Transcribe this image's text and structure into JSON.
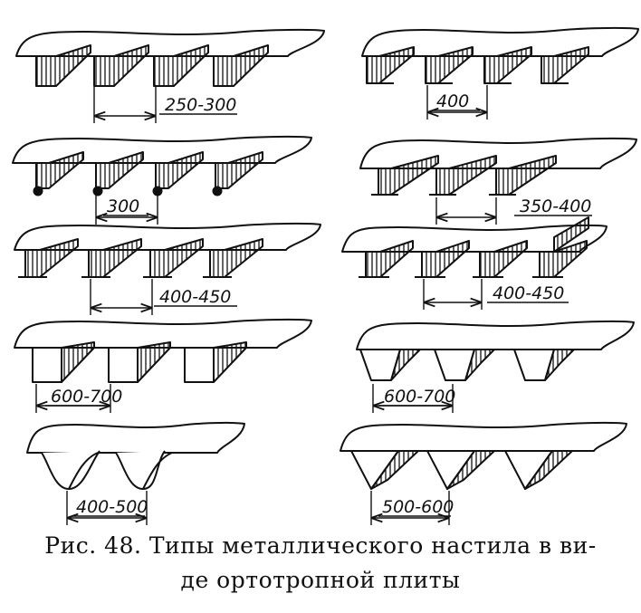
{
  "figure": {
    "caption_line1": "Рис. 48. Типы металлического настила в ви-",
    "caption_line2": "де ортотропной плиты",
    "panels": [
      {
        "id": "p1",
        "dimension": "250-300",
        "rib": "flat",
        "hatched": true
      },
      {
        "id": "p2",
        "dimension": "400",
        "rib": "angle",
        "hatched": true
      },
      {
        "id": "p3",
        "dimension": "300",
        "rib": "bulb",
        "hatched": true
      },
      {
        "id": "p4",
        "dimension": "350-400",
        "rib": "tee",
        "hatched": true
      },
      {
        "id": "p5",
        "dimension": "400-450",
        "rib": "i-beam",
        "hatched": true
      },
      {
        "id": "p6",
        "dimension": "400-450",
        "rib": "i-beam",
        "hatched": true
      },
      {
        "id": "p7",
        "dimension": "600-700",
        "rib": "trapezoid",
        "hatched": true
      },
      {
        "id": "p8",
        "dimension": "600-700",
        "rib": "trapezoid",
        "hatched": true
      },
      {
        "id": "p9",
        "dimension": "400-500",
        "rib": "u-trough",
        "hatched": false
      },
      {
        "id": "p10",
        "dimension": "500-600",
        "rib": "v-trough",
        "hatched": true
      }
    ]
  }
}
